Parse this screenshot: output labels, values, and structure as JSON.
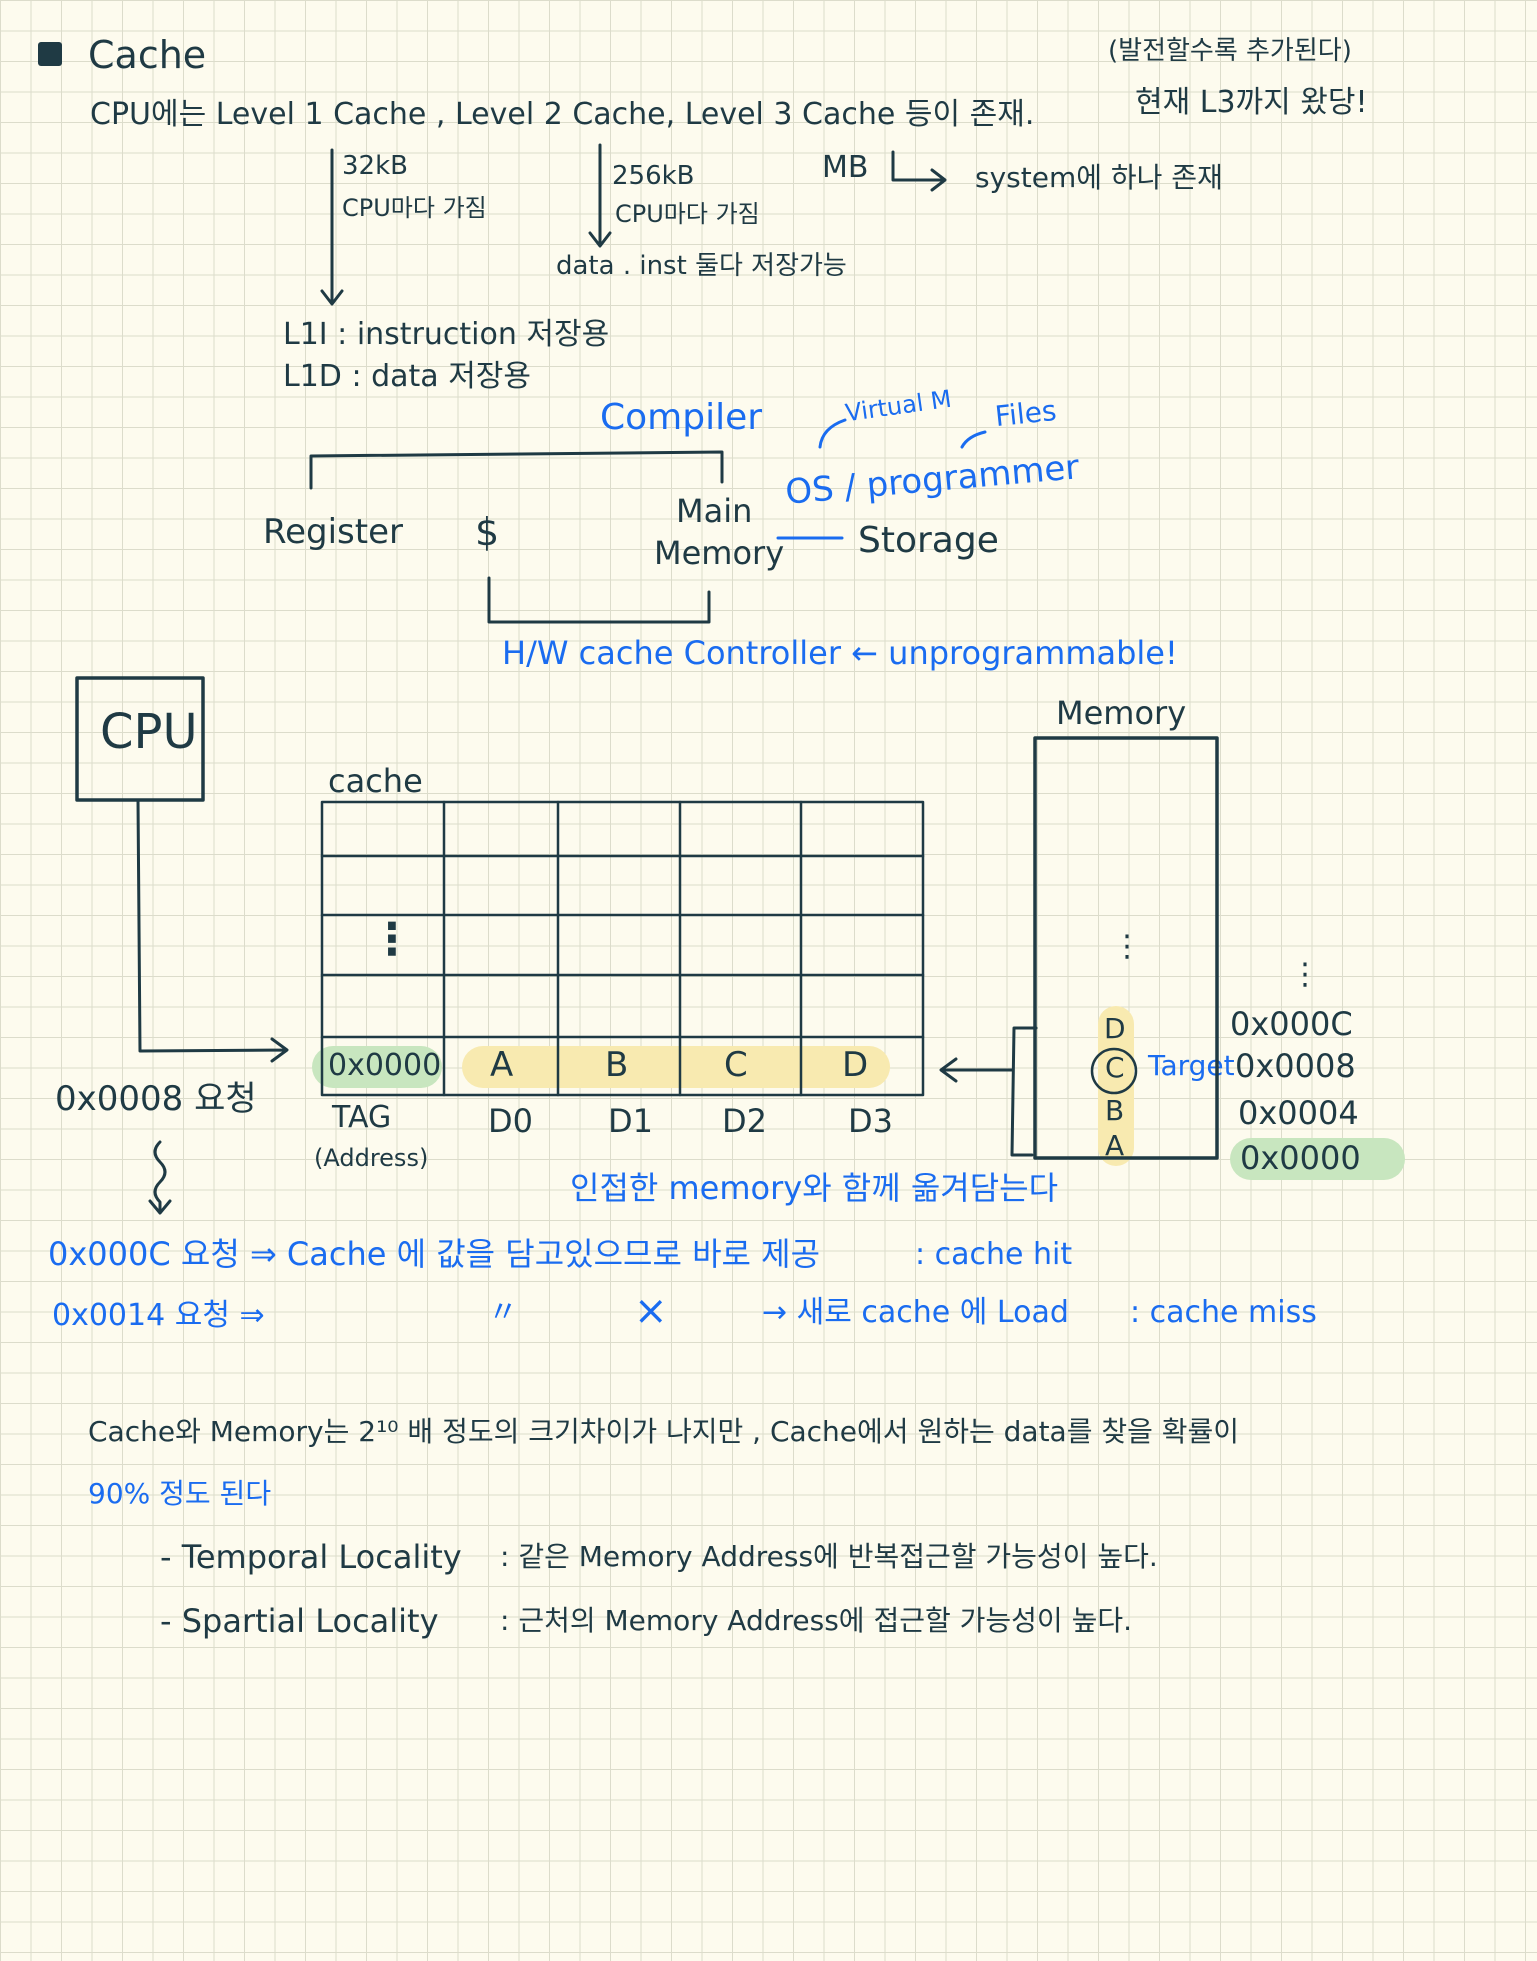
{
  "header": {
    "title": "Cache",
    "note_line1": "(발전할수록 추가된다)",
    "note_line2": "현재 L3까지 왔당!"
  },
  "levels": {
    "intro": "CPU에는 Level 1 Cache , Level 2 Cache, Level 3 Cache 등이 존재.",
    "l1_size": "32kB",
    "l1_desc": "CPU마다 가짐",
    "l2_size": "256kB",
    "l2_desc": "CPU마다 가짐",
    "l2_data": "data . inst 둘다 저장가능",
    "l3_size": "MB",
    "l3_desc": "system에 하나 존재",
    "l1i": "L1I  :  instruction 저장용",
    "l1d": "L1D  :  data 저장용"
  },
  "hierarchy": {
    "compiler": "Compiler",
    "virtual_m": "Virtual M",
    "files": "Files",
    "os_programmer": "OS / programmer",
    "register": "Register",
    "cache_symbol": "$",
    "main": "Main",
    "memory": "Memory",
    "storage": "Storage",
    "hw_controller": "H/W cache Controller ← unprogrammable!"
  },
  "diagram": {
    "cpu_label": "CPU",
    "cache_label": "cache",
    "memory_label": "Memory",
    "ellipsis": "⋮",
    "cache_row": [
      "0x0000",
      "A",
      "B",
      "C",
      "D"
    ],
    "tag_label": "TAG",
    "tag_sub": "(Address)",
    "col_labels": [
      "D0",
      "D1",
      "D2",
      "D3"
    ],
    "memory_cells": [
      "D",
      "C",
      "B",
      "A"
    ],
    "target": "Target",
    "addresses": [
      "0x000C",
      "0x0008",
      "0x0004",
      "0x0000"
    ],
    "request": "0x0008 요청",
    "adjacent_note": "인접한 memory와 함께 옮겨담는다"
  },
  "requests": {
    "hit_line": "0x000C 요청  ⇒  Cache 에 값을 담고있으므로 바로 제공",
    "hit_label": ": cache hit",
    "miss_addr": "0x0014 요청  ⇒",
    "miss_ditto": "〃",
    "miss_x": "×",
    "miss_action": "→ 새로 cache 에 Load",
    "miss_label": ": cache miss"
  },
  "summary": {
    "line1": "Cache와 Memory는  2¹⁰ 배 정도의 크기차이가 나지만 , Cache에서 원하는 data를 찾을 확률이",
    "line2": "90% 정도 된다",
    "temporal_term": "- Temporal Locality",
    "temporal_desc": ":  같은 Memory Address에 반복접근할 가능성이 높다.",
    "spatial_term": "- Spartial Locality",
    "spatial_desc": ":  근처의 Memory Address에 접근할 가능성이 높다."
  },
  "colors": {
    "ink": "#1f3a44",
    "blue": "#1a6cf0",
    "highlight_green": "#c8e6bf",
    "highlight_yellow": "#f8eab0"
  }
}
